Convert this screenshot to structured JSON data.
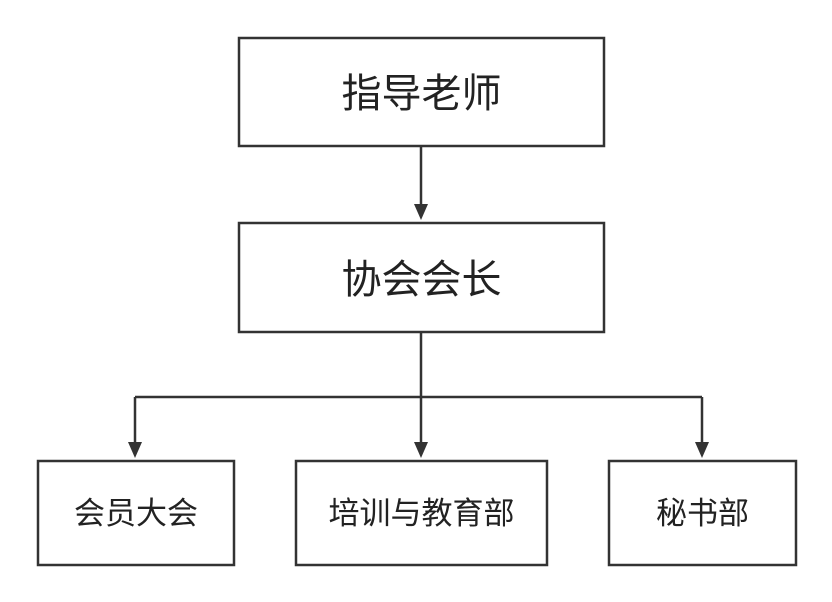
{
  "diagram": {
    "advisor": "指导老师",
    "president": "协会会长",
    "departments": [
      "会员大会",
      "培训与教育部",
      "秘书部"
    ]
  },
  "colors": {
    "stroke": "#333333",
    "text": "#222222",
    "background": "#ffffff"
  }
}
